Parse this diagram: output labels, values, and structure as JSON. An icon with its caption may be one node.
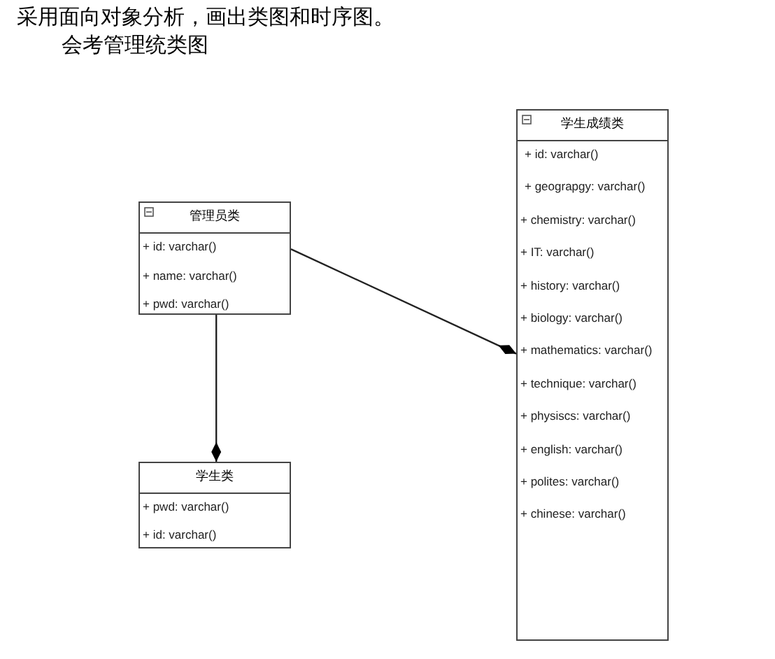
{
  "diagram": {
    "title": "采用面向对象分析，画出类图和时序图。",
    "nodes": [
      {
        "text": [
          "管理员类",
          "+ id: varchar()",
          "+ name: varchar()",
          "+ pwd: varchar()"
        ]
      },
      {
        "text": [
          "学生类",
          "+ pwd: varchar()",
          "+ id: varchar()"
        ]
      },
      {
        "text": [
          "学生成绩类",
          "+ id: varchar()",
          "+ geograpgy: varchar()",
          "+ chemistry: varchar()",
          "+ IT: varchar()",
          "+ history: varchar()",
          "+ biology: varchar()",
          "+ mathematics: varchar()",
          "+ technique: varchar()",
          "+ physiscs: varchar()",
          "+ english: varchar()",
          "+ polites: varchar()",
          "+ chinese: varchar()"
        ]
      }
    ],
    "edges": [
      {
        "from": 0,
        "to": 1,
        "arrow": "other"
      },
      {
        "from": 0,
        "to": 2,
        "arrow": "other"
      }
    ],
    "labels": [
      "会考管理统类图"
    ]
  }
}
